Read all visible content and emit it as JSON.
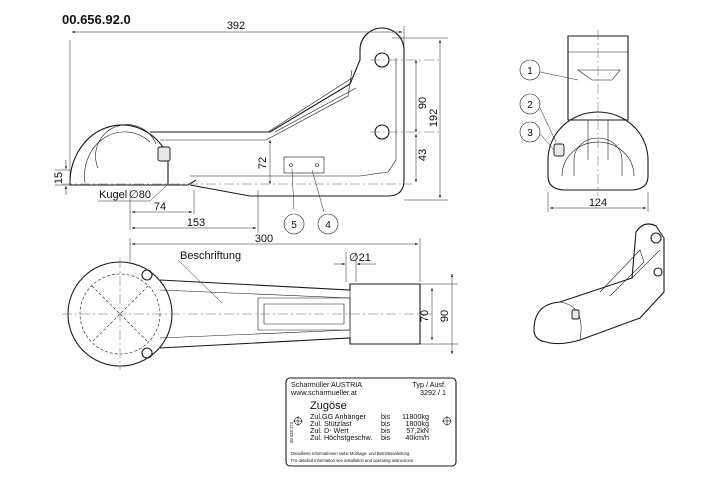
{
  "drawing": {
    "part_number": "00.656.92.0",
    "dimensions": {
      "overall_length": "392",
      "height_upper": "90",
      "height_total": "192",
      "hole_offset": "43",
      "body_height": "72",
      "ball_offset": "15",
      "ball_label": "Kugel",
      "ball_dia": "80",
      "d74": "74",
      "d153": "153",
      "d300": "300",
      "d21": "21",
      "d70": "70",
      "d90_plan": "90",
      "d124": "124",
      "diameter_symbol": "∅"
    },
    "balloons": [
      "1",
      "2",
      "3",
      "4",
      "5"
    ],
    "plan_label": "Beschriftung"
  },
  "plate": {
    "company": "Scharmüller AUSTRIA",
    "website": "www.scharmueller.at",
    "type_label": "Typ / Ausf.",
    "type_value": "3292 / 1",
    "title": "Zugöse",
    "rows": [
      {
        "label": "Zul.GG Anhänger",
        "bis": "bis",
        "value": "11800kg"
      },
      {
        "label": "Zul. Stützlast",
        "bis": "bis",
        "value": "1800kg"
      },
      {
        "label": "Zul. D- Wert",
        "bis": "bis",
        "value": "57,2kN"
      },
      {
        "label": "Zul. Höchstgeschw.",
        "bis": "bis",
        "value": "40km/h"
      }
    ],
    "serial": "08 628 173",
    "note_de": "Detaillierte Informationen siehe Montage- und Betriebsanleitung.",
    "note_en": "For detailed information see installation and operating instructions."
  }
}
